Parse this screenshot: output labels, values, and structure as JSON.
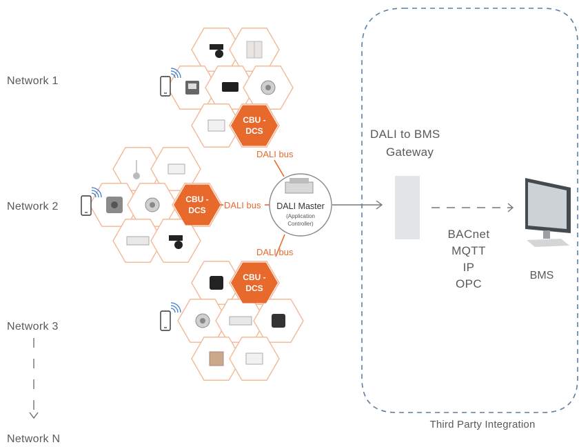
{
  "networks": {
    "n1": "Network 1",
    "n2": "Network 2",
    "n3": "Network 3",
    "nN": "Network N"
  },
  "cbu": {
    "line1": "CBU -",
    "line2": "DCS"
  },
  "bus_label": "DALI bus",
  "master": {
    "title": "DALI Master",
    "sub1": "(Application",
    "sub2": "Controller)"
  },
  "gateway": {
    "line1": "DALI to BMS",
    "line2": "Gateway"
  },
  "protocols": [
    "BACnet",
    "MQTT",
    "IP",
    "OPC"
  ],
  "bms_label": "BMS",
  "third_party": "Third Party Integration",
  "colors": {
    "accent": "#e8692c",
    "hex_outline": "#f3b48f",
    "dashed_region": "#5a7fa3",
    "text": "#555a5e"
  }
}
